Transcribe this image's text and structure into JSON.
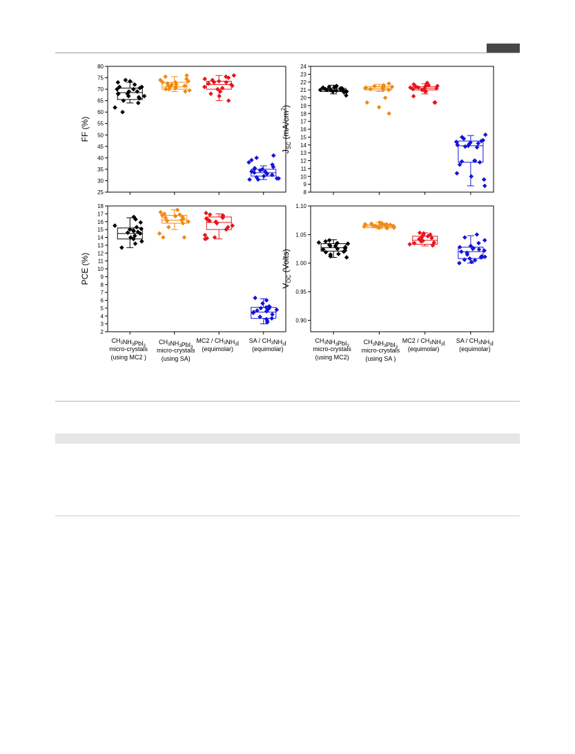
{
  "chart_data": [
    {
      "type": "box",
      "ylabel": "FF (%)",
      "ylim": [
        25,
        80
      ],
      "yticks": [
        25,
        30,
        35,
        40,
        45,
        50,
        55,
        60,
        65,
        70,
        75,
        80
      ],
      "categories": [
        "CH3NH3PbI3 micro-crystals (using MC2 )",
        "CH3NH3PbI3 micro-crystals (using SA)",
        "MC2 / CH3NH3I (equimolar)",
        "SA / CH3NH3I (equimolar)"
      ],
      "series": [
        {
          "color": "#000000",
          "q1": 65.5,
          "median": 68.5,
          "q3": 70.5,
          "whisker_low": 64,
          "whisker_high": 73,
          "points": [
            69,
            70,
            68,
            70.5,
            71,
            66,
            68,
            67,
            65,
            64,
            62,
            60,
            72,
            73.5,
            73,
            74,
            70,
            67,
            69,
            68,
            66.5,
            71
          ]
        },
        {
          "color": "#f28a12",
          "q1": 70,
          "median": 71,
          "q3": 73,
          "whisker_low": 69,
          "whisker_high": 75.5,
          "points": [
            72,
            71,
            71.5,
            70.5,
            73,
            74,
            76,
            75.5,
            72,
            69.5,
            70,
            71,
            73.5,
            74.5,
            72.5,
            73,
            71.5,
            70,
            69
          ]
        },
        {
          "color": "#e8151c",
          "q1": 70,
          "median": 72,
          "q3": 73.5,
          "whisker_low": 65,
          "whisker_high": 76,
          "points": [
            70,
            73,
            72,
            74.5,
            75,
            71,
            69,
            68,
            67,
            65,
            75.5,
            76,
            73.5,
            73,
            72.5,
            70.5,
            71.5,
            74
          ]
        },
        {
          "color": "#1414d8",
          "q1": 32,
          "median": 33.5,
          "q3": 35,
          "whisker_low": 30.5,
          "whisker_high": 36.5,
          "points": [
            31.5,
            31,
            33,
            34,
            35,
            36,
            37,
            38,
            39,
            40,
            41,
            35.5,
            34.5,
            33,
            32,
            30.5,
            31,
            34,
            33.5,
            32.5,
            35,
            30.5
          ]
        }
      ]
    },
    {
      "type": "box",
      "ylabel": "JSC (mA/cm2)",
      "ylim": [
        8,
        24
      ],
      "yticks": [
        8,
        9,
        10,
        11,
        12,
        13,
        14,
        15,
        16,
        17,
        18,
        19,
        20,
        21,
        22,
        23,
        24
      ],
      "categories": [
        "CH3NH3PbI3 micro-crystals (using MC2)",
        "CH3NH3PbI3 micro-crystals (using SA )",
        "MC2 / CH3NH3I (equimolar)",
        "SA / CH3NH3I (equimolar)"
      ],
      "series": [
        {
          "color": "#000000",
          "q1": 20.8,
          "median": 21.0,
          "q3": 21.2,
          "whisker_low": 20.5,
          "whisker_high": 21.6,
          "points": [
            20.9,
            20.3,
            21.0,
            21.2,
            21.3,
            20.7,
            20.8,
            21.1,
            21.0,
            20.9,
            21.4,
            21.2,
            21.0,
            20.8,
            21.5,
            21.1,
            20.8,
            21.0,
            21.3
          ]
        },
        {
          "color": "#f28a12",
          "q1": 21.0,
          "median": 21.2,
          "q3": 21.4,
          "whisker_low": 20.8,
          "whisker_high": 21.7,
          "points": [
            21.2,
            21.0,
            21.5,
            21.3,
            21.4,
            20.0,
            19.4,
            18.8,
            18.0,
            21.6,
            21.8,
            21.3,
            21.1,
            21.2,
            21.0,
            21.5
          ]
        },
        {
          "color": "#e8151c",
          "q1": 21.0,
          "median": 21.2,
          "q3": 21.4,
          "whisker_low": 20.5,
          "whisker_high": 21.8,
          "points": [
            21.0,
            21.4,
            21.7,
            21.3,
            21.5,
            21.2,
            20.8,
            20.2,
            19.4,
            19.4,
            21.6,
            21.9,
            21.4,
            21.1,
            21.3,
            21.5,
            21.2,
            20.9
          ]
        },
        {
          "color": "#1414d8",
          "q1": 11.8,
          "median": 13.9,
          "q3": 14.5,
          "whisker_low": 8.8,
          "whisker_high": 15.2,
          "points": [
            14.5,
            14.2,
            14.0,
            13.9,
            13.8,
            14.3,
            14.6,
            15.0,
            15.3,
            14.8,
            11.8,
            11.5,
            12.0,
            10.4,
            10.0,
            9.6,
            8.8,
            14.1,
            13.7,
            11.9,
            12.0,
            14.4
          ]
        }
      ]
    },
    {
      "type": "box",
      "ylabel": "PCE (%)",
      "ylim": [
        2,
        18
      ],
      "yticks": [
        2,
        3,
        4,
        5,
        6,
        7,
        8,
        9,
        10,
        11,
        12,
        13,
        14,
        15,
        16,
        17,
        18
      ],
      "categories": [
        "CH3NH3PbI3 micro-crystals (using MC2 )",
        "CH3NH3PbI3 micro-crystals (using SA)",
        "MC2 / CH3NH3I (equimolar)",
        "SA / CH3NH3I (equimolar)"
      ],
      "series": [
        {
          "color": "#000000",
          "q1": 13.8,
          "median": 14.5,
          "q3": 15.2,
          "whisker_low": 12.7,
          "whisker_high": 16.5,
          "points": [
            15.9,
            15.0,
            14.8,
            14.6,
            13.8,
            13.5,
            13.2,
            12.7,
            15.5,
            16.3,
            16.6,
            15.1,
            14.2,
            14.0,
            14.9,
            15.3,
            14.5,
            14.7
          ]
        },
        {
          "color": "#f28a12",
          "q1": 15.8,
          "median": 16.2,
          "q3": 16.8,
          "whisker_low": 15.0,
          "whisker_high": 17.5,
          "points": [
            17.2,
            16.8,
            16.4,
            16.0,
            15.8,
            16.5,
            17.0,
            17.5,
            16.9,
            15.3,
            14.5,
            14.0,
            14.0,
            16.2,
            16.7,
            16.1,
            16.6
          ]
        },
        {
          "color": "#e8151c",
          "q1": 15.0,
          "median": 15.9,
          "q3": 16.6,
          "whisker_low": 13.8,
          "whisker_high": 17.0,
          "points": [
            16.8,
            16.4,
            16.1,
            15.8,
            16.5,
            16.9,
            17.1,
            15.5,
            15.0,
            14.0,
            13.8,
            14.3,
            16.7,
            16.2,
            16.0,
            15.3,
            13.9
          ]
        },
        {
          "color": "#1414d8",
          "q1": 3.7,
          "median": 4.5,
          "q3": 5.1,
          "whisker_low": 3.0,
          "whisker_high": 6.2,
          "points": [
            4.8,
            5.0,
            4.5,
            4.2,
            3.7,
            3.4,
            3.2,
            5.2,
            5.6,
            6.0,
            6.3,
            5.0,
            4.9,
            4.6,
            3.9,
            4.4,
            5.1,
            4.7,
            3.6,
            4.8,
            5.2
          ]
        }
      ]
    },
    {
      "type": "box",
      "ylabel": "VOC (Volts)",
      "ylim": [
        0.88,
        1.1
      ],
      "yticks": [
        0.9,
        0.95,
        1.0,
        1.05,
        1.1
      ],
      "categories": [
        "CH3NH3PbI3 micro-crystals (using MC2)",
        "CH3NH3PbI3 micro-crystals (using SA )",
        "MC2 / CH3NH3I (equimolar)",
        "SA / CH3NH3I (equimolar)"
      ],
      "series": [
        {
          "color": "#000000",
          "q1": 1.021,
          "median": 1.027,
          "q3": 1.034,
          "whisker_low": 1.01,
          "whisker_high": 1.041,
          "points": [
            1.03,
            1.025,
            1.02,
            1.015,
            1.01,
            1.035,
            1.038,
            1.04,
            1.032,
            1.026,
            1.022,
            1.012,
            1.016,
            1.036,
            1.03,
            1.028,
            1.024,
            1.019,
            1.034
          ]
        },
        {
          "color": "#f28a12",
          "q1": 1.062,
          "median": 1.065,
          "q3": 1.067,
          "whisker_low": 1.06,
          "whisker_high": 1.071,
          "points": [
            1.065,
            1.068,
            1.062,
            1.064,
            1.066,
            1.07,
            1.071,
            1.063,
            1.061,
            1.067,
            1.065,
            1.069,
            1.064,
            1.066,
            1.063,
            1.068,
            1.062,
            1.067
          ]
        },
        {
          "color": "#e8151c",
          "q1": 1.033,
          "median": 1.04,
          "q3": 1.047,
          "whisker_low": 1.03,
          "whisker_high": 1.053,
          "points": [
            1.04,
            1.045,
            1.035,
            1.033,
            1.05,
            1.052,
            1.048,
            1.042,
            1.038,
            1.036,
            1.044,
            1.053,
            1.031,
            1.041,
            1.047,
            1.039
          ]
        },
        {
          "color": "#1414d8",
          "q1": 1.008,
          "median": 1.02,
          "q3": 1.028,
          "whisker_low": 1.0,
          "whisker_high": 1.048,
          "points": [
            1.025,
            1.02,
            1.015,
            1.01,
            1.005,
            1.0,
            1.03,
            1.035,
            1.04,
            1.045,
            1.05,
            1.022,
            1.018,
            1.012,
            1.008,
            1.002,
            1.028,
            1.026,
            1.011,
            1.006,
            1.024
          ]
        }
      ]
    }
  ]
}
